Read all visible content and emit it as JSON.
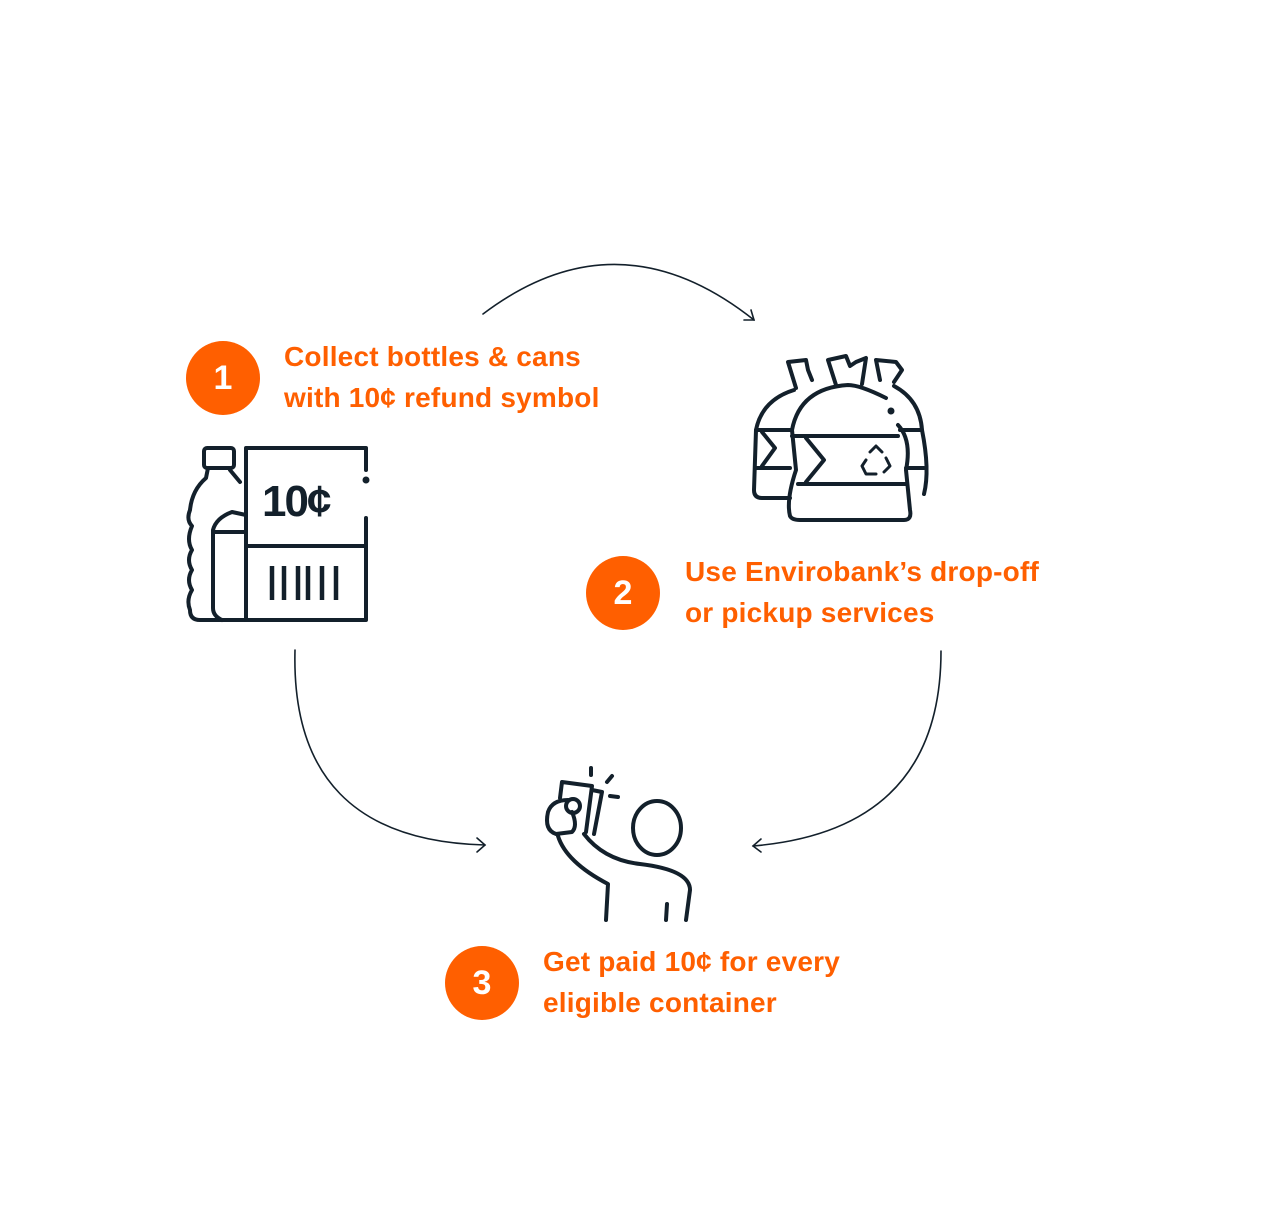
{
  "colors": {
    "accent": "#FF5F00",
    "ink": "#13202B"
  },
  "steps": [
    {
      "number": "1",
      "line1": "Collect bottles & cans",
      "line2": "with 10¢ refund symbol"
    },
    {
      "number": "2",
      "line1": "Use Envirobank’s drop-off",
      "line2": "or pickup services"
    },
    {
      "number": "3",
      "line1": "Get paid 10¢ for every",
      "line2": "eligible container"
    }
  ],
  "icons": {
    "step1": "bottle-and-refund-label-icon",
    "step2": "recycling-bags-icon",
    "step3": "person-holding-money-icon",
    "label_text": "10¢"
  }
}
